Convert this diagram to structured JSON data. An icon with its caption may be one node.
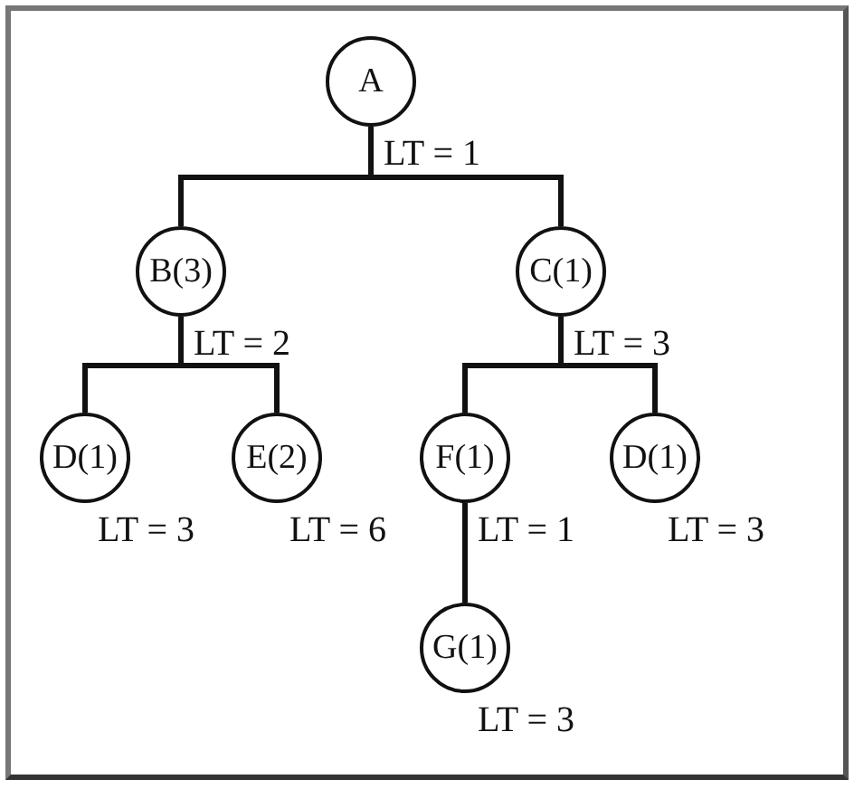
{
  "diagram": {
    "nodes": [
      {
        "text": [
          "A"
        ],
        "beside": [
          "LT = 1"
        ]
      },
      {
        "text": [
          "B(3)"
        ],
        "beside": [
          "LT = 2"
        ]
      },
      {
        "text": [
          "C(1)"
        ],
        "beside": [
          "LT = 3"
        ]
      },
      {
        "text": [
          "D(1)"
        ],
        "beside": [
          "LT = 3"
        ]
      },
      {
        "text": [
          "E(2)"
        ],
        "beside": [
          "LT = 6"
        ]
      },
      {
        "text": [
          "F(1)"
        ],
        "beside": [
          "LT = 1"
        ]
      },
      {
        "text": [
          "D(1)"
        ],
        "beside": [
          "LT = 3"
        ]
      },
      {
        "text": [
          "G(1)"
        ],
        "beside": [
          "LT = 3"
        ]
      }
    ],
    "edges": [
      {
        "from": 0,
        "to": 1,
        "arrow": "none"
      },
      {
        "from": 0,
        "to": 2,
        "arrow": "none"
      },
      {
        "from": 1,
        "to": 3,
        "arrow": "none"
      },
      {
        "from": 1,
        "to": 4,
        "arrow": "none"
      },
      {
        "from": 2,
        "to": 5,
        "arrow": "none"
      },
      {
        "from": 2,
        "to": 6,
        "arrow": "none"
      },
      {
        "from": 5,
        "to": 7,
        "arrow": "none"
      }
    ]
  }
}
